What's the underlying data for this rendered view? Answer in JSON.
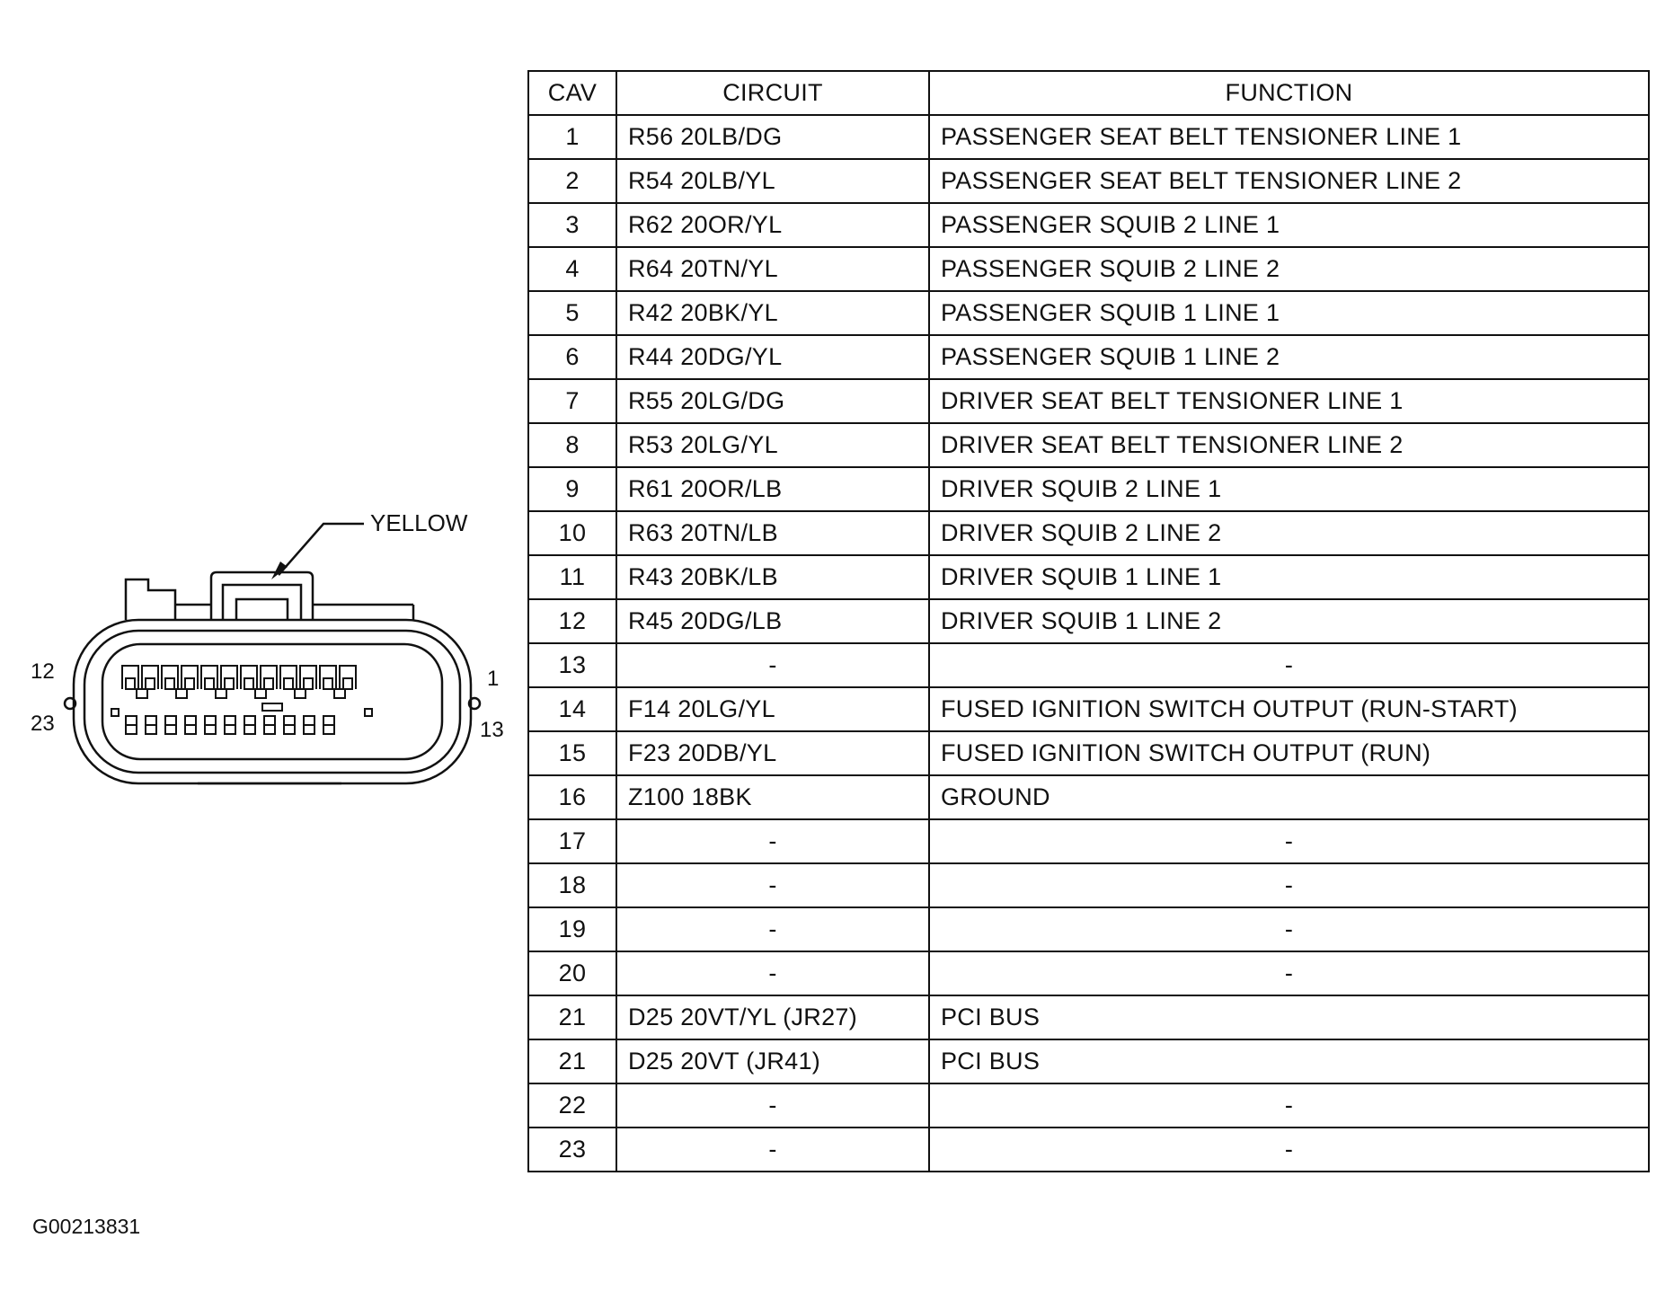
{
  "connector": {
    "color_label": "YELLOW",
    "pin_label_top_left": "12",
    "pin_label_bottom_left": "23",
    "pin_label_top_right": "1",
    "pin_label_bottom_right": "13"
  },
  "table": {
    "headers": {
      "cav": "CAV",
      "circuit": "CIRCUIT",
      "function": "FUNCTION"
    },
    "rows": [
      {
        "cav": "1",
        "circuit": "R56 20LB/DG",
        "function": "PASSENGER SEAT BELT TENSIONER LINE 1"
      },
      {
        "cav": "2",
        "circuit": "R54 20LB/YL",
        "function": "PASSENGER SEAT BELT TENSIONER LINE 2"
      },
      {
        "cav": "3",
        "circuit": "R62 20OR/YL",
        "function": "PASSENGER SQUIB 2 LINE 1"
      },
      {
        "cav": "4",
        "circuit": "R64 20TN/YL",
        "function": "PASSENGER SQUIB 2 LINE 2"
      },
      {
        "cav": "5",
        "circuit": "R42 20BK/YL",
        "function": "PASSENGER SQUIB 1 LINE 1"
      },
      {
        "cav": "6",
        "circuit": "R44 20DG/YL",
        "function": "PASSENGER SQUIB 1 LINE 2"
      },
      {
        "cav": "7",
        "circuit": "R55 20LG/DG",
        "function": "DRIVER SEAT BELT TENSIONER LINE 1"
      },
      {
        "cav": "8",
        "circuit": "R53 20LG/YL",
        "function": "DRIVER SEAT BELT TENSIONER LINE 2"
      },
      {
        "cav": "9",
        "circuit": "R61 20OR/LB",
        "function": "DRIVER SQUIB 2 LINE 1"
      },
      {
        "cav": "10",
        "circuit": "R63 20TN/LB",
        "function": "DRIVER SQUIB 2 LINE 2"
      },
      {
        "cav": "11",
        "circuit": "R43 20BK/LB",
        "function": "DRIVER SQUIB 1 LINE 1"
      },
      {
        "cav": "12",
        "circuit": "R45 20DG/LB",
        "function": "DRIVER SQUIB 1 LINE 2"
      },
      {
        "cav": "13",
        "circuit": "-",
        "function": "-"
      },
      {
        "cav": "14",
        "circuit": "F14 20LG/YL",
        "function": "FUSED IGNITION SWITCH OUTPUT (RUN-START)"
      },
      {
        "cav": "15",
        "circuit": "F23 20DB/YL",
        "function": "FUSED IGNITION SWITCH OUTPUT (RUN)"
      },
      {
        "cav": "16",
        "circuit": "Z100 18BK",
        "function": "GROUND"
      },
      {
        "cav": "17",
        "circuit": "-",
        "function": "-"
      },
      {
        "cav": "18",
        "circuit": "-",
        "function": "-"
      },
      {
        "cav": "19",
        "circuit": "-",
        "function": "-"
      },
      {
        "cav": "20",
        "circuit": "-",
        "function": "-"
      },
      {
        "cav": "21",
        "circuit": "D25 20VT/YL (JR27)",
        "function": "PCI BUS"
      },
      {
        "cav": "21",
        "circuit": "D25 20VT (JR41)",
        "function": "PCI BUS"
      },
      {
        "cav": "22",
        "circuit": "-",
        "function": "-"
      },
      {
        "cav": "23",
        "circuit": "-",
        "function": "-"
      }
    ]
  },
  "figure_id": "G00213831"
}
